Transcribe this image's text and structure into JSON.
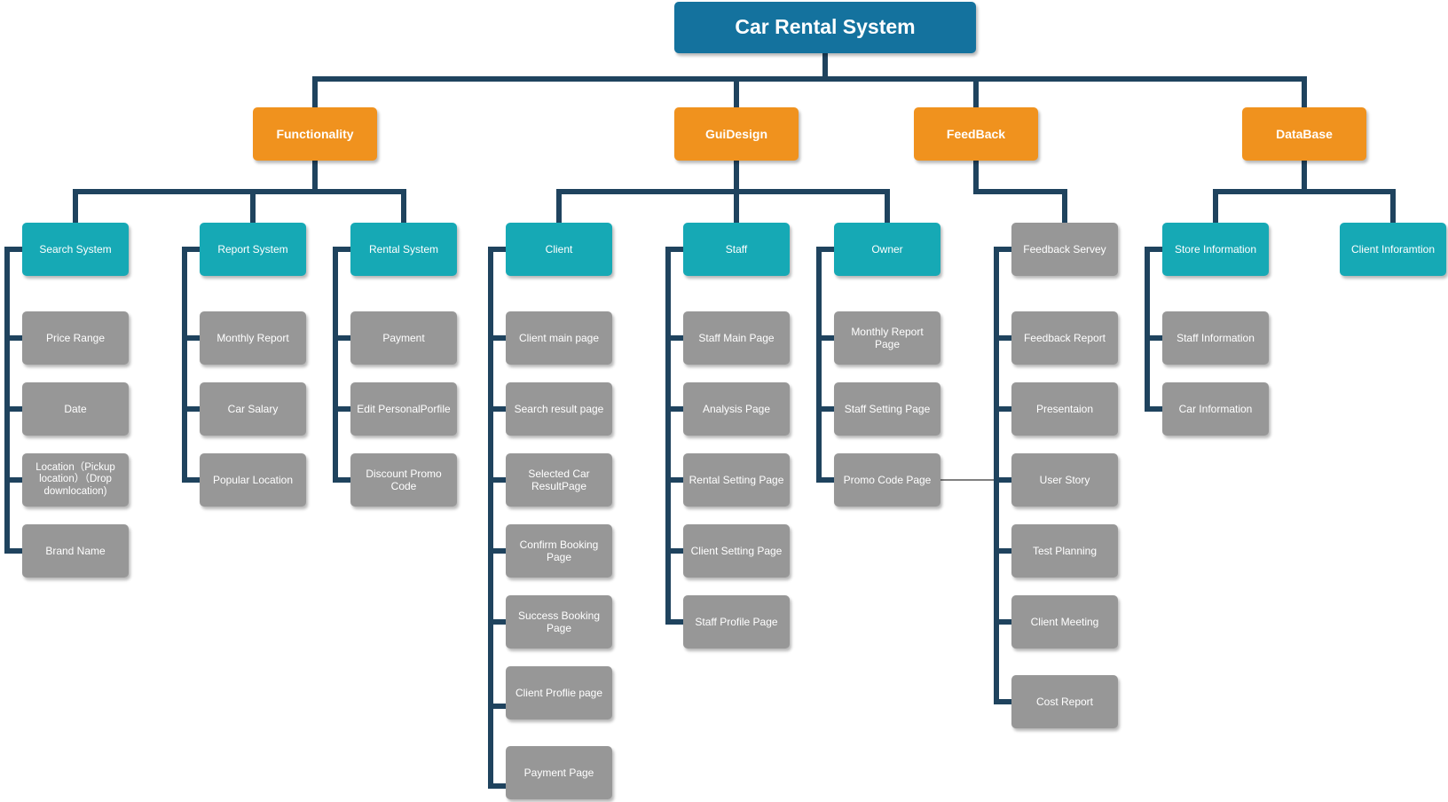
{
  "title": "Car Rental System",
  "colors": {
    "root": "#14729e",
    "category": "#f0921e",
    "subsystem": "#16a9b5",
    "item": "#979797",
    "connector": "#1f435e"
  },
  "categories": [
    {
      "label": "Functionality",
      "children": [
        {
          "label": "Search System",
          "items": [
            "Price Range",
            "Date",
            "Location（Pickup location）（Drop downlocation)",
            "Brand Name"
          ]
        },
        {
          "label": "Report System",
          "items": [
            "Monthly Report",
            "Car Salary",
            "Popular Location"
          ]
        },
        {
          "label": "Rental System",
          "items": [
            "Payment",
            "Edit PersonalPorfile",
            "Discount Promo Code"
          ]
        }
      ]
    },
    {
      "label": "GuiDesign",
      "children": [
        {
          "label": "Client",
          "items": [
            "Client main page",
            "Search result page",
            "Selected Car ResultPage",
            "Confirm Booking Page",
            "Success Booking Page",
            "Client Proflie page",
            "Payment Page"
          ]
        },
        {
          "label": "Staff",
          "items": [
            "Staff Main Page",
            "Analysis Page",
            "Rental Setting Page",
            "Client Setting Page",
            "Staff Profile Page"
          ]
        },
        {
          "label": "Owner",
          "items": [
            "Monthly Report Page",
            "Staff Setting Page",
            "Promo Code Page"
          ]
        }
      ]
    },
    {
      "label": "FeedBack",
      "children": [
        {
          "label": "Feedback Servey",
          "items": [
            "Feedback Report",
            "Presentaion",
            "User Story",
            "Test Planning",
            "Client Meeting",
            "Cost Report"
          ]
        }
      ]
    },
    {
      "label": "DataBase",
      "children": [
        {
          "label": "Store Information",
          "items": [
            "Staff Information",
            "Car Information"
          ]
        },
        {
          "label": "Client Inforamtion",
          "items": []
        }
      ]
    }
  ]
}
